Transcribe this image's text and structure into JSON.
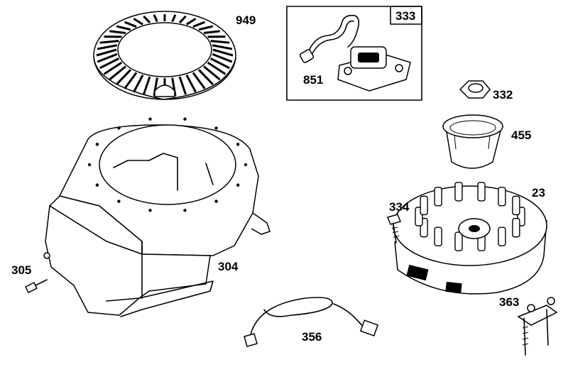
{
  "callouts": {
    "p949": "949",
    "p333": "333",
    "p851": "851",
    "p332": "332",
    "p455": "455",
    "p23": "23",
    "p334": "334",
    "p305": "305",
    "p304": "304",
    "p363": "363",
    "p356": "356"
  }
}
